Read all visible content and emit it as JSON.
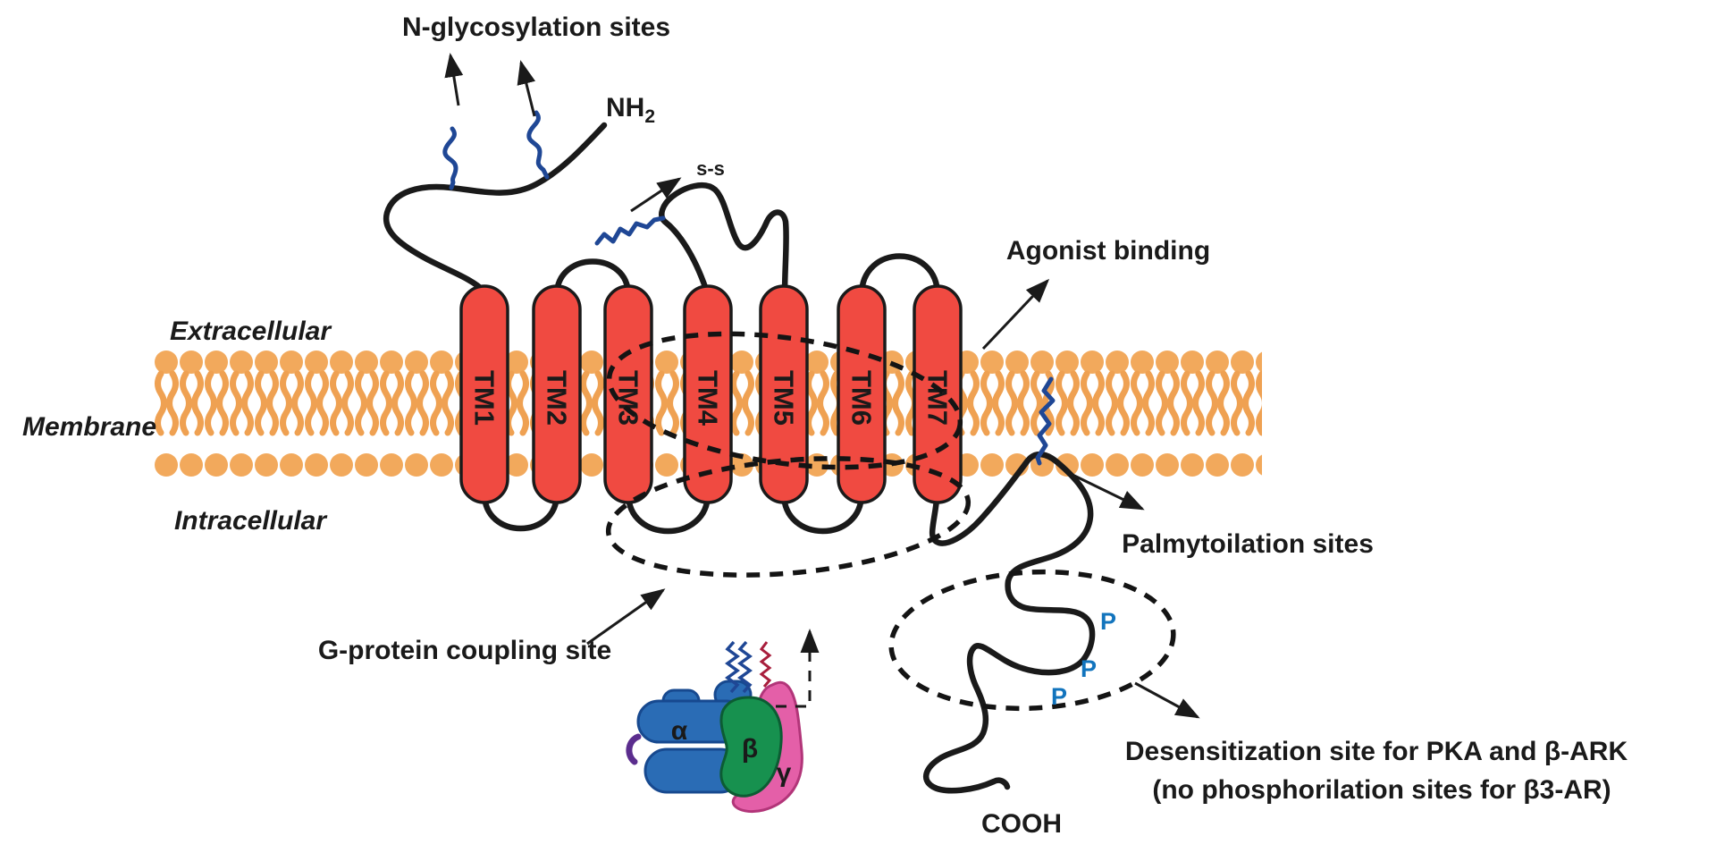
{
  "diagram": {
    "compartments": {
      "extracellular": "Extracellular",
      "membrane": "Membrane",
      "intracellular": "Intracellular"
    },
    "receptor": {
      "tm_labels": [
        "TM1",
        "TM2",
        "TM3",
        "TM4",
        "TM5",
        "TM6",
        "TM7"
      ],
      "n_terminus_main": "NH",
      "n_terminus_sub": "2",
      "c_terminus": "COOH",
      "disulfide_label": "s-s"
    },
    "annotations": {
      "n_glycosylation": "N-glycosylation sites",
      "agonist_binding": "Agonist binding",
      "palmitoylation": "Palmytoilation sites",
      "g_protein_coupling": "G-protein coupling site",
      "desensitization_line1": "Desensitization site for PKA and β-ARK",
      "desensitization_line2": "(no phosphorilation sites for β3-AR)"
    },
    "g_protein_subunits": {
      "alpha": "α",
      "beta": "β",
      "gamma": "γ"
    },
    "phosphorylation_labels": [
      "P",
      "P",
      "P"
    ],
    "colors": {
      "helix_red": "#f04a41",
      "lipid_orange": "#f2a95c",
      "lipid_tail_orange": "#efa152",
      "squiggle_navy": "#1f4795",
      "phospho_blue": "#1274bd",
      "alpha_blue": "#2a6cb5",
      "beta_green": "#17914f",
      "gamma_pink": "#e45fa8",
      "gamma_outline": "#b23579",
      "anchor_crimson": "#a81e3c",
      "purple_accent": "#5b2d8e",
      "line_black": "#1a1a1a"
    }
  }
}
